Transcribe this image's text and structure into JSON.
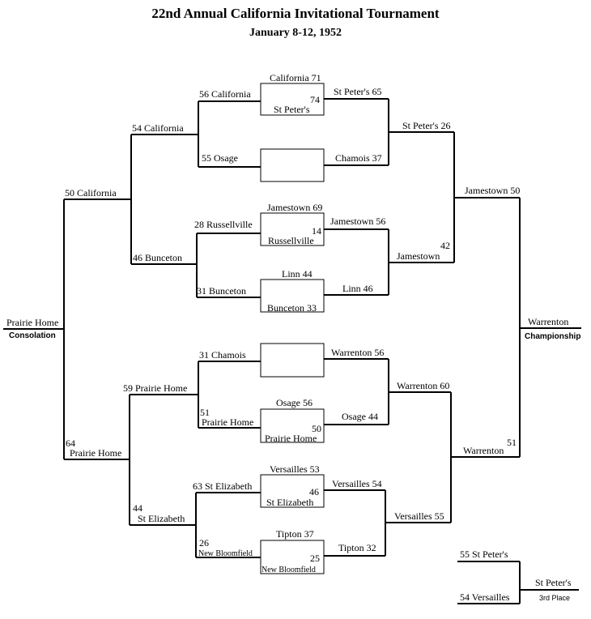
{
  "title": "22nd Annual California Invitational Tournament",
  "subtitle": "January 8-12, 1952",
  "labels": {
    "m1_top": "California 71",
    "m1_bottom_score": "74",
    "m1_bottom": "St Peter's",
    "m1_left": "56  California",
    "m1_right": "St Peter's  65",
    "m2_left": "55    Osage",
    "m2_right": "Chamois   37",
    "m3_top": "Jamestown 69",
    "m3_bottom_score": "14",
    "m3_bottom": "Russellville",
    "m3_left": "28 Russellville",
    "m3_right": "Jamestown 56",
    "m4_top": "Linn    44",
    "m4_bottom": "Bunceton 33",
    "m4_left": "31 Bunceton",
    "m4_right": "Linn     46",
    "m5_left": "31  Chamois",
    "m5_right": "Warrenton  56",
    "m6_top": "Osage    56",
    "m6_bottom_score": "50",
    "m6_bottom": "Prairie Home",
    "m6_left_score": "51",
    "m6_left": "Prairie Home",
    "m6_right": "Osage    44",
    "m7_top": "Versailles 53",
    "m7_bottom_score": "46",
    "m7_bottom": "St Elizabeth",
    "m7_left": "63  St Elizabeth",
    "m7_right": "Versailles  54",
    "m8_top": "Tipton    37",
    "m8_bottom_score": "25",
    "m8_bottom": "New Bloomfield",
    "m8_left_score": "26",
    "m8_left": "New Bloomfield",
    "m8_right": "Tipton    32",
    "r2_upper_left": "54  California",
    "r2_lower_left": "46  Bunceton",
    "r2_upper_left_b": "59  Prairie Home",
    "r2_lower_left_b_score": "44",
    "r2_lower_left_b": "St Elizabeth",
    "r2_upper_right": "St Peter's  26",
    "r2_lower_right_score": "42",
    "r2_lower_right": "Jamestown",
    "r2_upper_right_b": "Warrenton  60",
    "r2_lower_right_b": "Versailles   55",
    "semi_left_top": "50  California",
    "semi_left_bottom_score": "64",
    "semi_left_bottom": "Prairie Home",
    "semi_right_top": "Jamestown  50",
    "semi_right_bottom_score": "51",
    "semi_right_bottom": "Warrenton",
    "consolation_winner": "Prairie Home",
    "consolation_label": "Consolation",
    "championship_winner": "Warrenton",
    "championship_label": "Championship",
    "third_top": "55    St Peter's",
    "third_bottom": "54    Versailles",
    "third_winner": "St Peter's",
    "third_label": "3rd Place"
  }
}
